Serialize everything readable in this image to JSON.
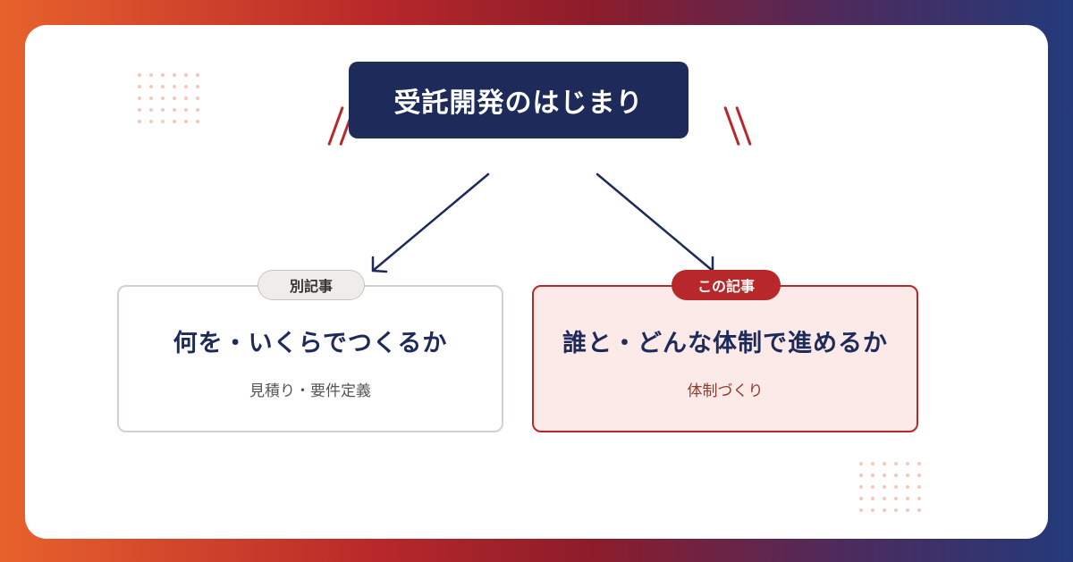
{
  "title": "受託開発のはじまり",
  "left_card": {
    "tag": "別記事",
    "heading": "何を・いくらでつくるか",
    "subheading": "見積り・要件定義"
  },
  "right_card": {
    "tag": "この記事",
    "heading": "誰と・どんな体制で進めるか",
    "subheading": "体制づくり"
  },
  "colors": {
    "navy": "#1e2b5a",
    "accent_red": "#b8282a",
    "highlight_bg": "#fbeae8",
    "gradient_start": "#e8622c",
    "gradient_end": "#233a7a"
  }
}
